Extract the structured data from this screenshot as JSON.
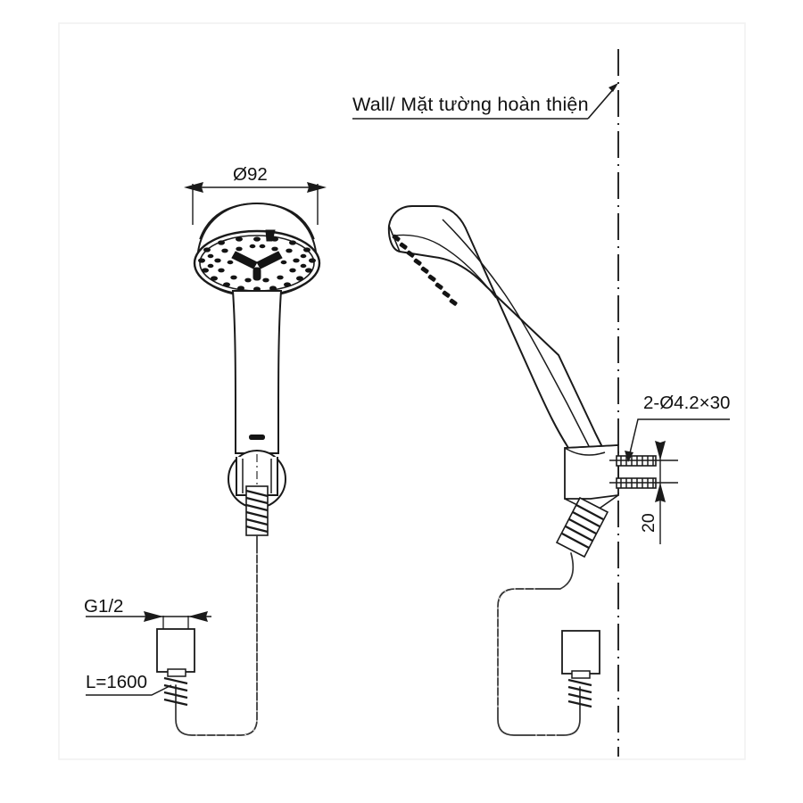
{
  "drawing": {
    "title_note": "Wall/ Mặt tường hoàn thiện",
    "type": "technical-line-drawing",
    "subject": "hand shower with wall bracket and hose",
    "background_color": "#ffffff",
    "line_color": "#1a1a1a",
    "frame_color": "#f0f0f0"
  },
  "annotations": {
    "wall_label": "Wall/ Mặt tường hoàn thiện",
    "head_diameter": "Ø92",
    "screw_spec": "2-Ø4.2×30",
    "screw_spacing": "20",
    "thread_size": "G1/2",
    "hose_length": "L=1600"
  },
  "views": {
    "front": {
      "name": "front-elevation",
      "parts": [
        "shower-head",
        "handle",
        "wall-holder",
        "hose",
        "g12-connector"
      ]
    },
    "side": {
      "name": "side-elevation",
      "parts": [
        "shower-head",
        "handle",
        "wall-bracket",
        "screws",
        "hose",
        "g12-connector"
      ]
    }
  }
}
